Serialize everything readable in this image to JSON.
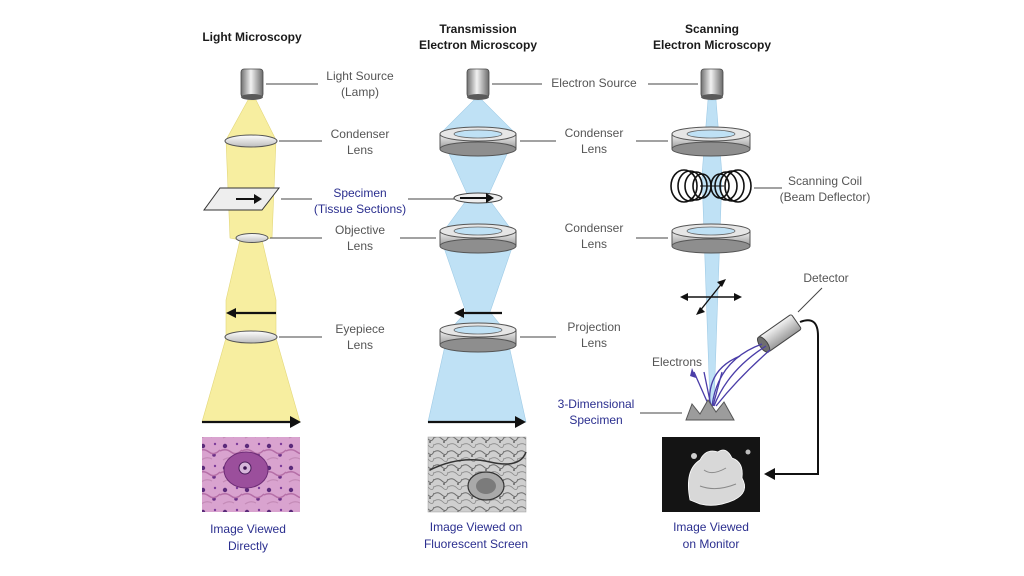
{
  "columns": {
    "light": {
      "title": "Light Microscopy",
      "caption_line1": "Image Viewed",
      "caption_line2": "Directly"
    },
    "tem": {
      "title_line1": "Transmission",
      "title_line2": "Electron Microscopy",
      "caption_line1": "Image Viewed on",
      "caption_line2": "Fluorescent Screen"
    },
    "sem": {
      "title_line1": "Scanning",
      "title_line2": "Electron Microscopy",
      "caption_line1": "Image Viewed",
      "caption_line2": "on Monitor"
    }
  },
  "labels": {
    "light_source_1": "Light Source",
    "light_source_2": "(Lamp)",
    "condenser_lm_1": "Condenser",
    "condenser_lm_2": "Lens",
    "specimen_1": "Specimen",
    "specimen_2": "(Tissue Sections)",
    "objective_1": "Objective",
    "objective_2": "Lens",
    "eyepiece_1": "Eyepiece",
    "eyepiece_2": "Lens",
    "electron_source": "Electron Source",
    "condenser_tem_1": "Condenser",
    "condenser_tem_2": "Lens",
    "condenser_sem_1": "Condenser",
    "condenser_sem_2": "Lens",
    "projection_1": "Projection",
    "projection_2": "Lens",
    "scanning_coil_1": "Scanning Coil",
    "scanning_coil_2": "(Beam Deflector)",
    "detector": "Detector",
    "electrons": "Electrons",
    "specimen3d_1": "3-Dimensional",
    "specimen3d_2": "Specimen"
  },
  "colors": {
    "light_beam": "#f7eea0",
    "electron_beam": "#bfe1f5",
    "blue_text": "#2b2f8f",
    "label_text": "#555555",
    "arrow": "#111111",
    "histology": "#c97fb8",
    "electron_rays": "#4a3da8"
  }
}
